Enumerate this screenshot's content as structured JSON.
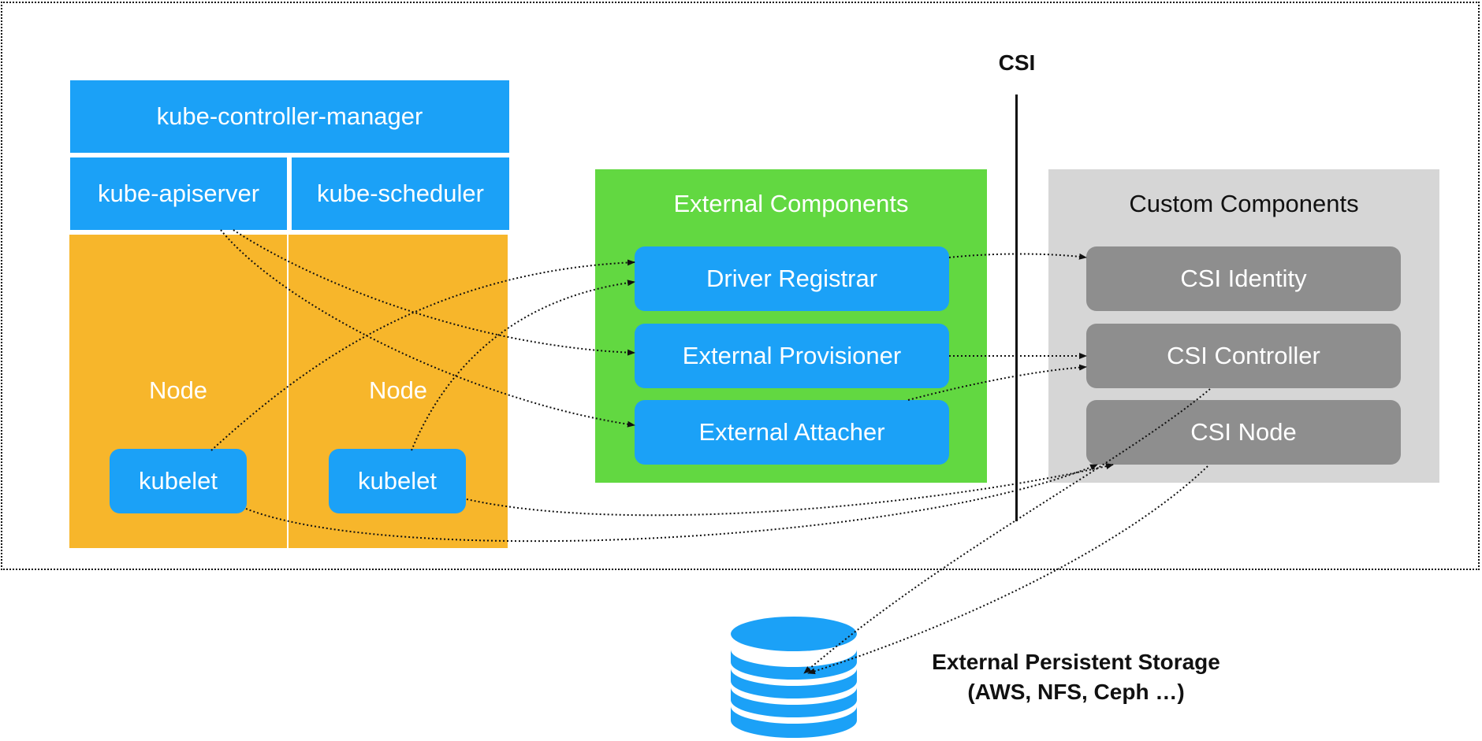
{
  "control_plane": {
    "controller_manager": "kube-controller-manager",
    "apiserver": "kube-apiserver",
    "scheduler": "kube-scheduler"
  },
  "nodes": [
    {
      "label": "Node",
      "kubelet": "kubelet"
    },
    {
      "label": "Node",
      "kubelet": "kubelet"
    }
  ],
  "external_components": {
    "title": "External Components",
    "items": [
      "Driver Registrar",
      "External Provisioner",
      "External Attacher"
    ]
  },
  "csi": {
    "label": "CSI"
  },
  "custom_components": {
    "title": "Custom Components",
    "items": [
      "CSI Identity",
      "CSI Controller",
      "CSI Node"
    ]
  },
  "storage": {
    "line1": "External Persistent Storage",
    "line2": "(AWS, NFS, Ceph …)"
  },
  "colors": {
    "blue": "#1ba1f7",
    "orange": "#f7b62b",
    "green": "#62d841",
    "gray_panel": "#d6d6d6",
    "gray_box": "#8e8e8e"
  }
}
